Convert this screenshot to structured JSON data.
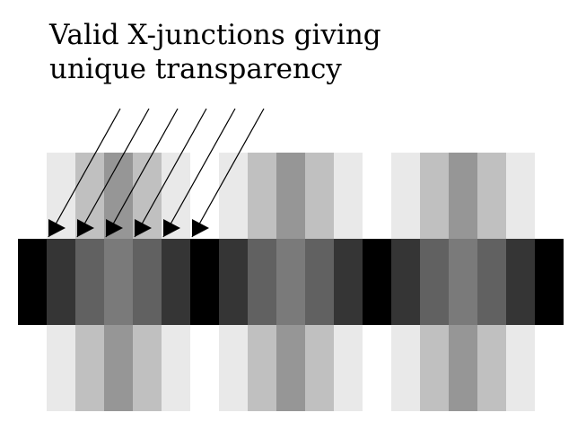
{
  "caption": {
    "line1": "Valid X-junctions giving",
    "line2": "unique transparency"
  },
  "colors": {
    "background": "#ffffff",
    "occluder": "#000000",
    "arrow": "#000000"
  },
  "stripe_groups": [
    {
      "name": "group-1",
      "outside_shades": [
        "#e9e9e9",
        "#c0c0c0",
        "#969696",
        "#c0c0c0",
        "#e9e9e9"
      ],
      "inside_shades": [
        "#353535",
        "#616161",
        "#7a7a7a",
        "#616161",
        "#353535"
      ]
    },
    {
      "name": "group-2",
      "outside_shades": [
        "#e9e9e9",
        "#c0c0c0",
        "#969696",
        "#c0c0c0",
        "#e9e9e9"
      ],
      "inside_shades": [
        "#353535",
        "#616161",
        "#7a7a7a",
        "#616161",
        "#353535"
      ]
    },
    {
      "name": "group-3",
      "outside_shades": [
        "#e9e9e9",
        "#c0c0c0",
        "#969696",
        "#c0c0c0",
        "#e9e9e9"
      ],
      "inside_shades": [
        "#353535",
        "#616161",
        "#7a7a7a",
        "#616161",
        "#353535"
      ]
    }
  ],
  "arrow_count": 6
}
